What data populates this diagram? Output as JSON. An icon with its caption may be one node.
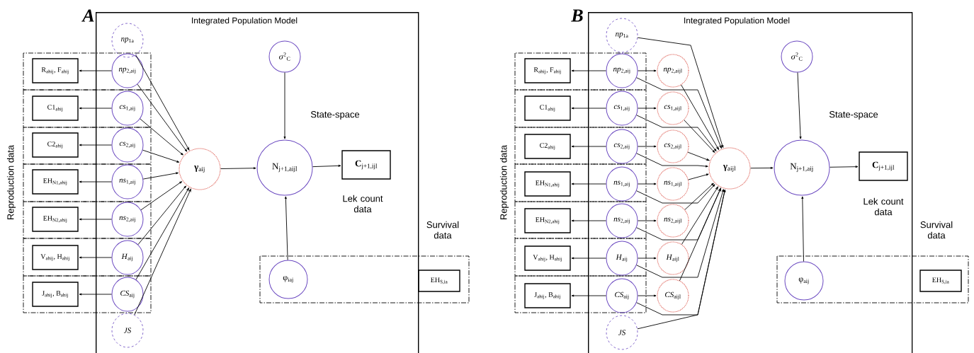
{
  "diagram": {
    "nodes": [
      {
        "text": [
          "Integrated Population Model"
        ]
      },
      {
        "text": [
          "*np*$_{1a}$"
        ],
        "in": 0
      },
      {
        "text": [
          "*np*$_{2,aij}$"
        ],
        "in": 0
      },
      {
        "text": [
          "*cs*$_{1,aij}$"
        ],
        "in": 0
      },
      {
        "text": [
          "*cs*$_{2,aij}$"
        ],
        "in": 0
      },
      {
        "text": [
          "*ns*$_{1,aij}$"
        ],
        "in": 0
      },
      {
        "text": [
          "*ns*$_{2,aij}$"
        ],
        "in": 0
      },
      {
        "text": [
          "*H*$_{aij}$"
        ],
        "in": 0
      },
      {
        "text": [
          "*CS*$_{aij}$"
        ],
        "in": 0
      },
      {
        "text": [
          "*JS*"
        ],
        "in": 0
      },
      {
        "text": [
          "R$_{ahij}$, F$_{ahij}$"
        ]
      },
      {
        "text": [
          "C1$_{ahij}$"
        ]
      },
      {
        "text": [
          "C2$_{ahij}$"
        ]
      },
      {
        "text": [
          "EH$_{N1,ahij}$"
        ]
      },
      {
        "text": [
          "EH$_{N2,ahij}$"
        ]
      },
      {
        "text": [
          "V$_{ahij}$, H$_{ahij}$"
        ]
      },
      {
        "text": [
          "J$_{ahij}$, B$_{ahij}$"
        ]
      },
      {
        "text": [
          "**γ**$_{aij}$"
        ],
        "in": 0
      },
      {
        "text": [
          "*σ*$^{2}$$_{C}$"
        ],
        "in": 0
      },
      {
        "text": [
          "N$_{j+1,aijl}$"
        ],
        "in": 0
      },
      {
        "text": [
          "**C**$_{j+1,ijl}$"
        ],
        "in": 0,
        "beside": [
          "Lek count data"
        ]
      },
      {
        "text": [
          "φ$_{iaj}$"
        ],
        "in": 0
      },
      {
        "text": [
          "EH$_{S,ia}$"
        ]
      },
      {
        "text": [
          "Integrated Population Model"
        ]
      },
      {
        "text": [
          "*np*$_{1a}$"
        ],
        "in": 23
      },
      {
        "text": [
          "*np*$_{2,aij}$"
        ],
        "in": 23
      },
      {
        "text": [
          "*cs*$_{1,aij}$"
        ],
        "in": 23
      },
      {
        "text": [
          "*cs*$_{2,aij}$"
        ],
        "in": 23
      },
      {
        "text": [
          "*ns*$_{1,aij}$"
        ],
        "in": 23
      },
      {
        "text": [
          "*ns*$_{2,aij}$"
        ],
        "in": 23
      },
      {
        "text": [
          "*H*$_{aij}$"
        ],
        "in": 23
      },
      {
        "text": [
          "*CS*$_{aij}$"
        ],
        "in": 23
      },
      {
        "text": [
          "*JS*"
        ],
        "in": 23
      },
      {
        "text": [
          "R$_{ahij}$, F$_{ahij}$"
        ]
      },
      {
        "text": [
          "C1$_{ahij}$"
        ]
      },
      {
        "text": [
          "C2$_{ahij}$"
        ]
      },
      {
        "text": [
          "EH$_{N1,ahij}$"
        ]
      },
      {
        "text": [
          "EH$_{N2,ahij}$"
        ]
      },
      {
        "text": [
          "V$_{ahij}$, H$_{ahij}$"
        ]
      },
      {
        "text": [
          "J$_{ahij}$, B$_{ahij}$"
        ]
      },
      {
        "text": [
          "*np*$_{2,aijl}$"
        ],
        "in": 23
      },
      {
        "text": [
          "*cs*$_{1,aijl}$"
        ],
        "in": 23
      },
      {
        "text": [
          "*cs*$_{2,aijl}$"
        ],
        "in": 23
      },
      {
        "text": [
          "*ns*$_{1,aijl}$"
        ],
        "in": 23
      },
      {
        "text": [
          "*ns*$_{2,aijl}$"
        ],
        "in": 23
      },
      {
        "text": [
          "*H*$_{aijl}$"
        ],
        "in": 23
      },
      {
        "text": [
          "*CS*$_{aijl}$"
        ],
        "in": 23
      },
      {
        "text": [
          "**γ**$_{aijl}$"
        ],
        "in": 23
      },
      {
        "text": [
          "*σ*$^{2}$$_{C}$"
        ],
        "in": 23
      },
      {
        "text": [
          "N$_{j+1,aij}$"
        ],
        "in": 23
      },
      {
        "text": [
          "**C**$_{j+1,ijl}$"
        ],
        "in": 23,
        "beside": [
          "Lek count data"
        ]
      },
      {
        "text": [
          "φ$_{aij}$"
        ],
        "in": 23
      },
      {
        "text": [
          "EH$_{S,ia}$"
        ]
      }
    ],
    "edges": [
      {
        "from": 2,
        "to": 10,
        "arrow": "to"
      },
      {
        "from": 3,
        "to": 11,
        "arrow": "to"
      },
      {
        "from": 4,
        "to": 12,
        "arrow": "to"
      },
      {
        "from": 5,
        "to": 13,
        "arrow": "to"
      },
      {
        "from": 6,
        "to": 14,
        "arrow": "to"
      },
      {
        "from": 7,
        "to": 15,
        "arrow": "to"
      },
      {
        "from": 8,
        "to": 16,
        "arrow": "to"
      },
      {
        "from": 1,
        "to": 17,
        "arrow": "to"
      },
      {
        "from": 2,
        "to": 17,
        "arrow": "to"
      },
      {
        "from": 3,
        "to": 17,
        "arrow": "to"
      },
      {
        "from": 4,
        "to": 17,
        "arrow": "to"
      },
      {
        "from": 5,
        "to": 17,
        "arrow": "to"
      },
      {
        "from": 6,
        "to": 17,
        "arrow": "to"
      },
      {
        "from": 7,
        "to": 17,
        "arrow": "to"
      },
      {
        "from": 8,
        "to": 17,
        "arrow": "to"
      },
      {
        "from": 9,
        "to": 17,
        "arrow": "to"
      },
      {
        "from": 17,
        "to": 19,
        "arrow": "to"
      },
      {
        "from": 18,
        "to": 19,
        "arrow": "to"
      },
      {
        "from": 19,
        "to": 20,
        "arrow": "to"
      },
      {
        "from": 21,
        "to": 19,
        "arrow": "to"
      },
      {
        "from": 25,
        "to": 33,
        "arrow": "to"
      },
      {
        "from": 26,
        "to": 34,
        "arrow": "to"
      },
      {
        "from": 27,
        "to": 35,
        "arrow": "to"
      },
      {
        "from": 28,
        "to": 36,
        "arrow": "to"
      },
      {
        "from": 29,
        "to": 37,
        "arrow": "to"
      },
      {
        "from": 30,
        "to": 38,
        "arrow": "to"
      },
      {
        "from": 31,
        "to": 39,
        "arrow": "to"
      },
      {
        "from": 25,
        "to": 40,
        "arrow": "to"
      },
      {
        "from": 26,
        "to": 41,
        "arrow": "to"
      },
      {
        "from": 27,
        "to": 42,
        "arrow": "to"
      },
      {
        "from": 28,
        "to": 43,
        "arrow": "to"
      },
      {
        "from": 29,
        "to": 44,
        "arrow": "to"
      },
      {
        "from": 30,
        "to": 45,
        "arrow": "to"
      },
      {
        "from": 31,
        "to": 46,
        "arrow": "to"
      },
      {
        "from": 24,
        "to": 47,
        "arrow": "to"
      },
      {
        "from": 25,
        "to": 47,
        "arrow": "to"
      },
      {
        "from": 26,
        "to": 47,
        "arrow": "to"
      },
      {
        "from": 27,
        "to": 47,
        "arrow": "to"
      },
      {
        "from": 28,
        "to": 47,
        "arrow": "to"
      },
      {
        "from": 29,
        "to": 47,
        "arrow": "to"
      },
      {
        "from": 30,
        "to": 47,
        "arrow": "to"
      },
      {
        "from": 31,
        "to": 47,
        "arrow": "to"
      },
      {
        "from": 32,
        "to": 47,
        "arrow": "to"
      },
      {
        "from": 40,
        "to": 47,
        "arrow": "to"
      },
      {
        "from": 41,
        "to": 47,
        "arrow": "to"
      },
      {
        "from": 42,
        "to": 47,
        "arrow": "to"
      },
      {
        "from": 43,
        "to": 47,
        "arrow": "to"
      },
      {
        "from": 44,
        "to": 47,
        "arrow": "to"
      },
      {
        "from": 45,
        "to": 47,
        "arrow": "to"
      },
      {
        "from": 46,
        "to": 47,
        "arrow": "to"
      },
      {
        "from": 47,
        "to": 49,
        "arrow": "to"
      },
      {
        "from": 48,
        "to": 49,
        "arrow": "to"
      },
      {
        "from": 49,
        "to": 50,
        "arrow": "to"
      },
      {
        "from": 51,
        "to": 49,
        "arrow": "to"
      }
    ],
    "labels": [
      "A",
      "Reproduction data",
      "State-space",
      "Survival data",
      "B",
      "Reproduction data",
      "State-space",
      "Survival data"
    ]
  }
}
